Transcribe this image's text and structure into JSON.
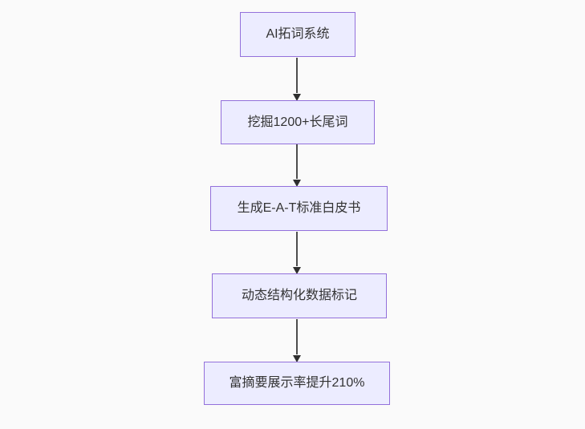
{
  "diagram": {
    "type": "flowchart-top-down",
    "colors": {
      "background": "#fafafa",
      "node_fill": "#ececff",
      "node_border": "#9370db",
      "edge_color": "#4d4d4d",
      "arrowhead_color": "#2f2f2f",
      "text_color": "#333333"
    },
    "nodes": [
      {
        "id": "A",
        "label": "AI拓词系统"
      },
      {
        "id": "B",
        "label": "挖掘1200+长尾词"
      },
      {
        "id": "C",
        "label": "生成E-A-T标准白皮书"
      },
      {
        "id": "D",
        "label": "动态结构化数据标记"
      },
      {
        "id": "E",
        "label": "富摘要展示率提升210%"
      }
    ],
    "edges": [
      {
        "from": "A",
        "to": "B"
      },
      {
        "from": "B",
        "to": "C"
      },
      {
        "from": "C",
        "to": "D"
      },
      {
        "from": "D",
        "to": "E"
      }
    ]
  }
}
